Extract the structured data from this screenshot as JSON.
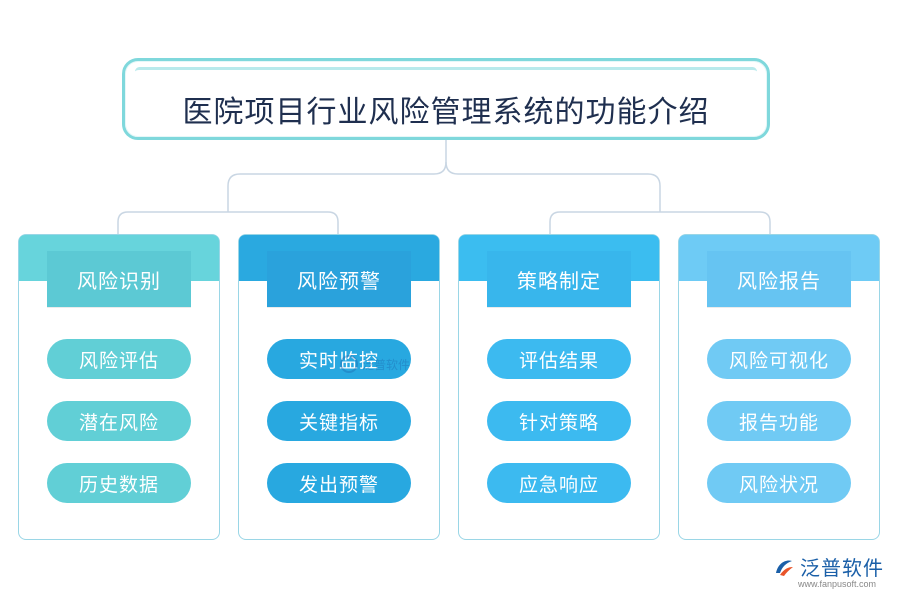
{
  "title": "医院项目行业风险管理系统的功能介绍",
  "columns": [
    {
      "label": "风险识别",
      "band_color": "#67d4dc",
      "cat_color": "#5cc9d4",
      "item_color": "#61cfd6",
      "items": [
        "风险评估",
        "潜在风险",
        "历史数据"
      ]
    },
    {
      "label": "风险预警",
      "band_color": "#2aa9e0",
      "cat_color": "#2aa2dc",
      "item_color": "#28a8e0",
      "items": [
        "实时监控",
        "关键指标",
        "发出预警"
      ]
    },
    {
      "label": "策略制定",
      "band_color": "#3bbdf0",
      "cat_color": "#38b6ec",
      "item_color": "#3cbaf0",
      "items": [
        "评估结果",
        "针对策略",
        "应急响应"
      ]
    },
    {
      "label": "风险报告",
      "band_color": "#6ecbf5",
      "cat_color": "#66c4f2",
      "item_color": "#70caf4",
      "items": [
        "风险可视化",
        "报告功能",
        "风险状况"
      ]
    }
  ],
  "connector_color": "#c9d6e3",
  "watermark": "泛普软件",
  "logo": {
    "name": "泛普软件",
    "url": "www.fanpusoft.com",
    "color": "#1a5fa8",
    "accent": "#e8542a"
  }
}
